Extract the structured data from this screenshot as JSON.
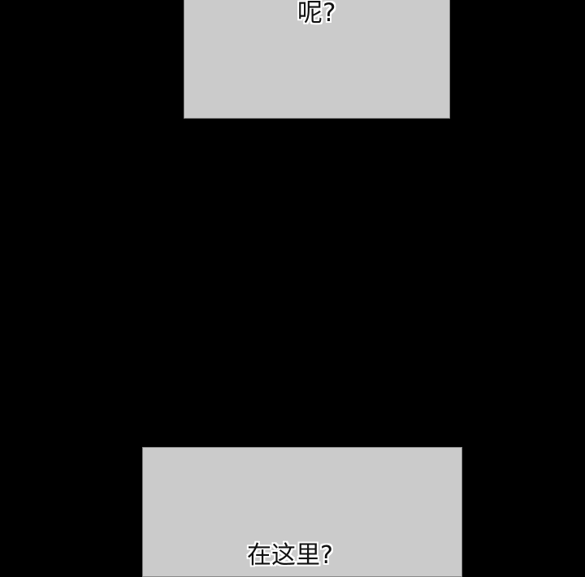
{
  "panels": [
    {
      "id": "top",
      "caption": "呢?",
      "background": "#cbcbcb"
    },
    {
      "id": "bottom",
      "caption": "在这里?",
      "background": "#cbcbcb"
    }
  ],
  "page_background": "#000000"
}
